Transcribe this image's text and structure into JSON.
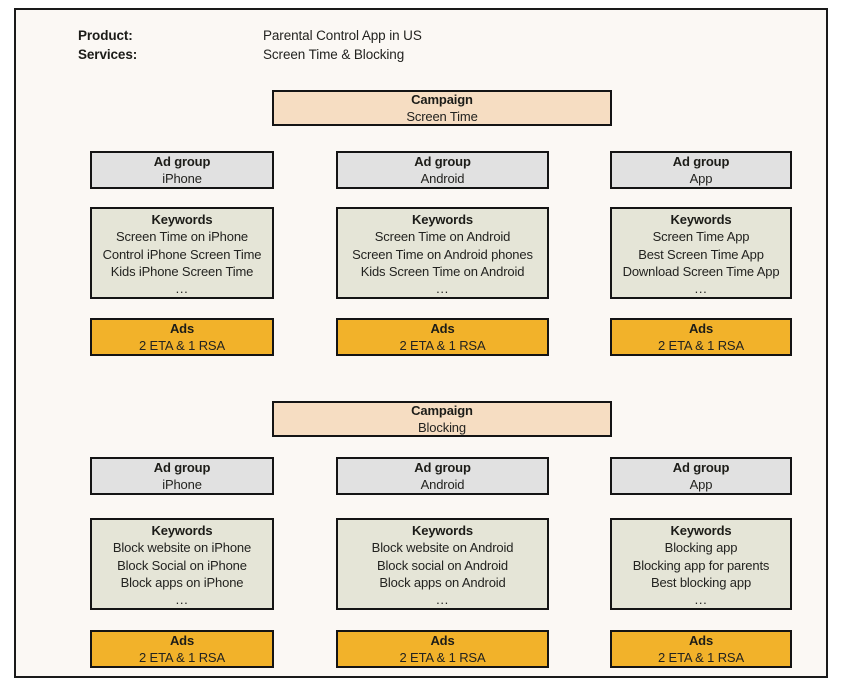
{
  "header": {
    "rows": [
      {
        "label": "Product:",
        "value": "Parental Control App in US"
      },
      {
        "label": "Services:",
        "value": "Screen Time & Blocking"
      }
    ]
  },
  "colors": {
    "background": "#fbf8f4",
    "border": "#141414",
    "campaign_fill": "#f6ddc2",
    "adgroup_fill": "#e1e1e1",
    "keywords_fill": "#e5e5d7",
    "ads_fill": "#f2b22a"
  },
  "labels": {
    "campaign": "Campaign",
    "ad_group": "Ad group",
    "keywords": "Keywords",
    "ads": "Ads",
    "ellipsis": "..."
  },
  "sections": [
    {
      "campaign_name": "Screen Time",
      "columns": [
        {
          "ad_group": "iPhone",
          "keywords": [
            "Screen Time on iPhone",
            "Control iPhone Screen Time",
            "Kids iPhone Screen Time"
          ],
          "ads": "2 ETA & 1 RSA"
        },
        {
          "ad_group": "Android",
          "keywords": [
            "Screen Time on Android",
            "Screen Time on Android phones",
            "Kids Screen Time on Android"
          ],
          "ads": "2 ETA & 1 RSA"
        },
        {
          "ad_group": "App",
          "keywords": [
            "Screen Time App",
            "Best Screen Time App",
            "Download Screen Time App"
          ],
          "ads": "2 ETA & 1 RSA"
        }
      ]
    },
    {
      "campaign_name": "Blocking",
      "columns": [
        {
          "ad_group": "iPhone",
          "keywords": [
            "Block website on iPhone",
            "Block Social on iPhone",
            "Block apps on iPhone"
          ],
          "ads": "2 ETA & 1 RSA"
        },
        {
          "ad_group": "Android",
          "keywords": [
            "Block website on Android",
            "Block social on Android",
            "Block apps on Android"
          ],
          "ads": "2 ETA & 1 RSA"
        },
        {
          "ad_group": "App",
          "keywords": [
            "Blocking app",
            "Blocking app for parents",
            "Best blocking app"
          ],
          "ads": "2 ETA & 1 RSA"
        }
      ]
    }
  ]
}
